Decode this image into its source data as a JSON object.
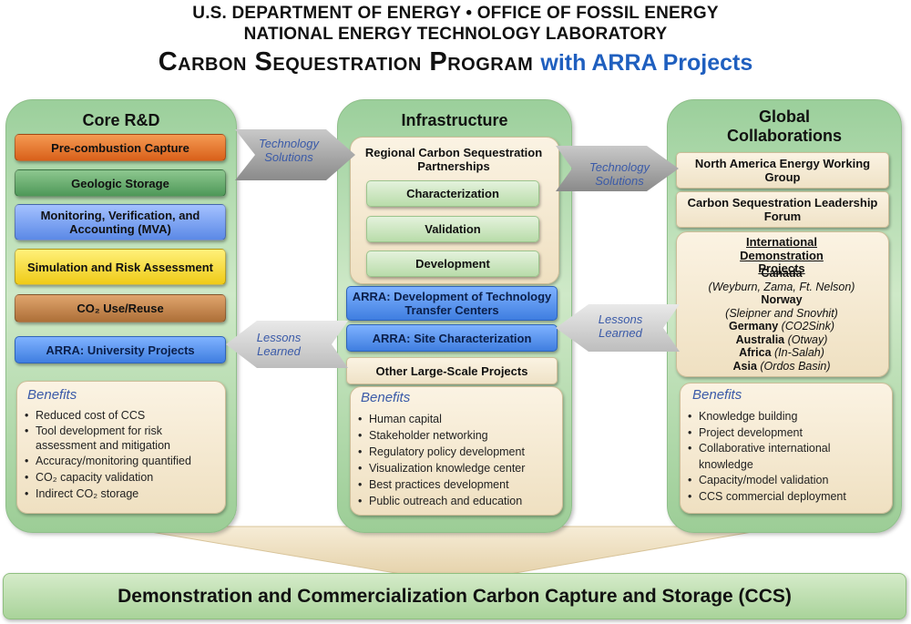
{
  "header": {
    "line1": "U.S. DEPARTMENT OF ENERGY  •  OFFICE OF FOSSIL ENERGY",
    "line2": "NATIONAL ENERGY TECHNOLOGY LABORATORY",
    "title_main": "Carbon  Sequestration  Program",
    "title_arra": "with ARRA Projects"
  },
  "core": {
    "title": "Core R&D",
    "items": [
      {
        "label": "Pre-combustion Capture",
        "color": "#e06a22"
      },
      {
        "label": "Geologic Storage",
        "color": "#4f9a58"
      },
      {
        "label": "Monitoring, Verification, and  Accounting (MVA)",
        "color": "#5f8de8"
      },
      {
        "label": "Simulation and Risk Assessment",
        "color": "#f5d82a"
      },
      {
        "label": "CO₂ Use/Reuse",
        "color": "#b0733c"
      },
      {
        "label": "ARRA: University Projects",
        "color": "#4a84e6"
      }
    ],
    "benefits_title": "Benefits",
    "benefits": [
      "Reduced cost of CCS",
      "Tool development for risk assessment and mitigation",
      "Accuracy/monitoring quantified",
      "CO₂ capacity validation",
      "Indirect CO₂ storage"
    ]
  },
  "infra": {
    "title": "Infrastructure",
    "rcsp_title": "Regional Carbon Sequestration Partnerships",
    "phases": [
      "Characterization",
      "Validation",
      "Development"
    ],
    "arra_items": [
      "ARRA: Development of Technology Transfer Centers",
      "ARRA: Site Characterization"
    ],
    "other": "Other Large-Scale Projects",
    "benefits_title": "Benefits",
    "benefits": [
      "Human capital",
      "Stakeholder networking",
      "Regulatory policy development",
      "Visualization knowledge center",
      "Best practices development",
      "Public outreach and education"
    ]
  },
  "global": {
    "title": "Global Collaborations",
    "items": [
      "North America Energy Working Group",
      "Carbon Sequestration Leadership Forum"
    ],
    "intl_title": "International Demonstration Projects",
    "projects": [
      {
        "country": "Canada",
        "detail": "(Weyburn, Zama, Ft. Nelson)"
      },
      {
        "country": "Norway",
        "detail": "(Sleipner and Snovhit)"
      },
      {
        "country": "Germany",
        "detail": "(CO2Sink)"
      },
      {
        "country": "Australia",
        "detail": "(Otway)"
      },
      {
        "country": "Africa",
        "detail": "(In-Salah)"
      },
      {
        "country": "Asia",
        "detail": "(Ordos Basin)"
      }
    ],
    "benefits_title": "Benefits",
    "benefits": [
      "Knowledge building",
      "Project development",
      "Collaborative international knowledge",
      "Capacity/model validation",
      "CCS commercial deployment"
    ]
  },
  "arrows": {
    "tech_solutions_1": "Technology Solutions",
    "tech_solutions_2": "Technology Solutions",
    "lessons_1": "Lessons Learned",
    "lessons_2": "Lessons Learned"
  },
  "bottom": "Demonstration and Commercialization Carbon Capture and Storage (CCS)"
}
